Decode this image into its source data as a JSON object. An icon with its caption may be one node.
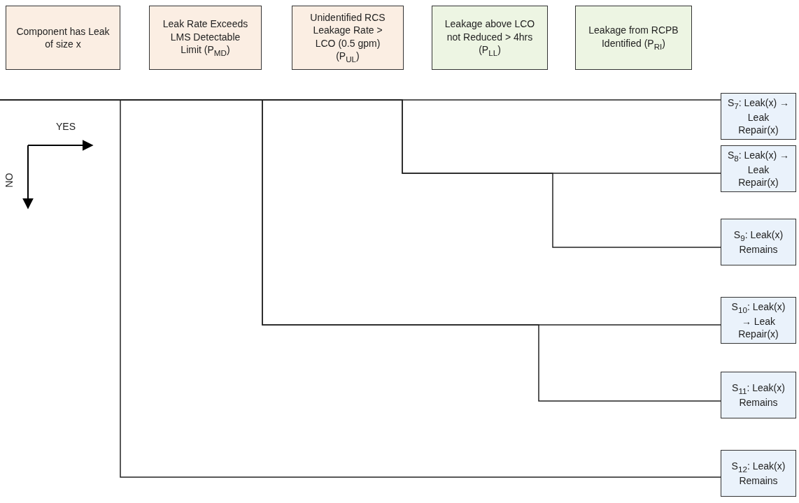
{
  "diagram": {
    "nodes": [
      {
        "text": [
          "Component has Leak of size x"
        ]
      },
      {
        "text": [
          "Leak Rate Exceeds LMS Detectable Limit (P$_{MD}$)"
        ]
      },
      {
        "text": [
          "Unidentified RCS Leakage Rate > LCO (0.5 gpm) (P$_{UL}$)"
        ]
      },
      {
        "text": [
          "Leakage above LCO not Reduced > 4hrs (P$_{LL}$)"
        ]
      },
      {
        "text": [
          "Leakage from RCPB Identified (P$_{RI}$)"
        ]
      },
      {
        "text": [
          "S$_{7}$: Leak(x) → Leak Repair(x)"
        ]
      },
      {
        "text": [
          "S$_{8}$: Leak(x) → Leak Repair(x)"
        ]
      },
      {
        "text": [
          "S$_{9}$: Leak(x) Remains"
        ]
      },
      {
        "text": [
          "S$_{10}$: Leak(x) → Leak Repair(x)"
        ]
      },
      {
        "text": [
          "S$_{11}$: Leak(x) Remains"
        ]
      },
      {
        "text": [
          "S$_{12}$: Leak(x) Remains"
        ]
      }
    ],
    "edges": [
      {
        "from": null,
        "to": 5,
        "arrow": "none"
      },
      {
        "from": null,
        "to": 6,
        "arrow": "none"
      },
      {
        "from": null,
        "to": 7,
        "arrow": "none"
      },
      {
        "from": null,
        "to": 8,
        "arrow": "none"
      },
      {
        "from": null,
        "to": 9,
        "arrow": "none"
      },
      {
        "from": null,
        "to": 10,
        "arrow": "none"
      }
    ],
    "labels": [
      "YES",
      "NO"
    ]
  }
}
